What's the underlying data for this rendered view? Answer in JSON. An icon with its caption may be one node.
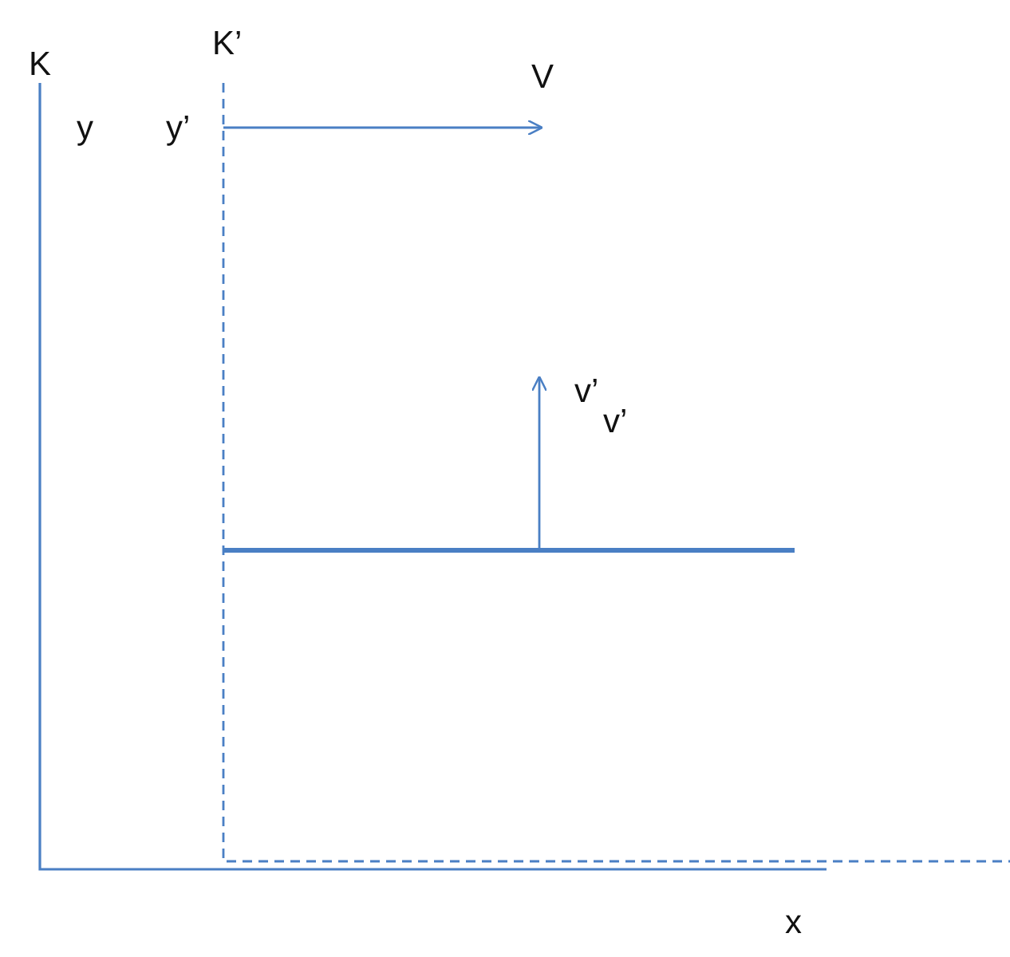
{
  "diagram": {
    "labels": [
      "K’",
      "K",
      "V",
      "y",
      "y’",
      "v’",
      "v’",
      "x"
    ]
  }
}
